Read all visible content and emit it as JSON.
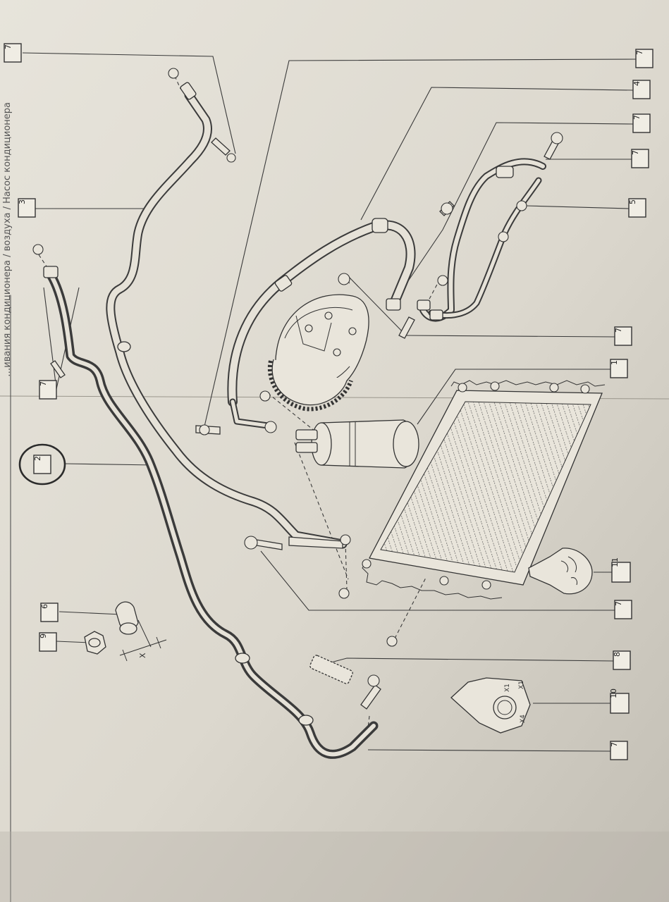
{
  "sheet": {
    "title": "…ивания кондиционера / воздуха / Насос кондиционера"
  },
  "callouts": {
    "c_7_tl": "7",
    "c_7_tr": "7",
    "c_4": "4",
    "c_7_r1": "7",
    "c_7_r2": "7",
    "c_5": "5",
    "c_3": "3",
    "c_7_r3": "7",
    "c_1": "1",
    "c_7_l": "7",
    "c_2": "2",
    "c_6": "6",
    "c_9": "9",
    "c_11": "11",
    "c_7_r4": "7",
    "c_8": "8",
    "c_10": "10",
    "c_7_r5": "7"
  },
  "dimension_label": "X",
  "inset_marks": {
    "x1": "X1",
    "x2": "X1",
    "x3": "X4"
  },
  "colors": {
    "highlight_circle": "#2b2b2b",
    "paper": "#e4e0d6"
  }
}
